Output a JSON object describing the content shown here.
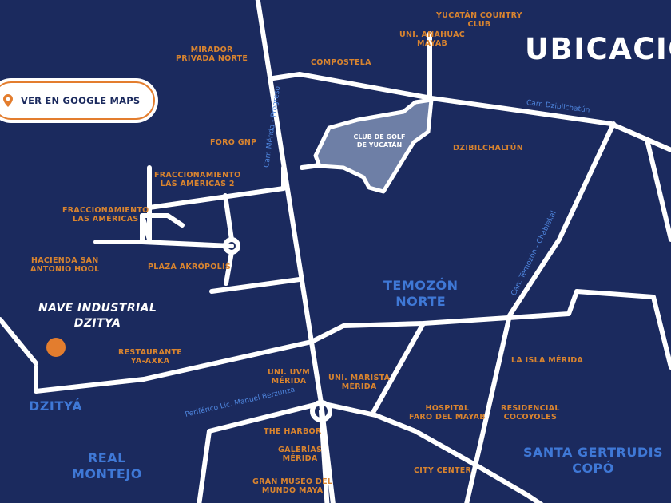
{
  "title": "UBICACIÓN",
  "maps_button": {
    "label": "VER EN GOOGLE MAPS",
    "icon": "map-pin-icon"
  },
  "property": {
    "name_line1": "NAVE INDUSTRIAL",
    "name_line2": "DZITYA"
  },
  "zones": {
    "temozon_norte": "TEMOZÓN\nNORTE",
    "dzitya": "DZITYÁ",
    "real_montejo": "REAL\nMONTEJO",
    "santa_gertrudis": "SANTA GERTRUDIS\nCOPÓ"
  },
  "places": {
    "yucatan_country_club": "YUCATÁN COUNTRY\nCLUB",
    "uni_anahuac": "UNI. ANÁHUAC\nMAYAB",
    "mirador": "MIRADOR\nPRIVADA NORTE",
    "compostela": "COMPOSTELA",
    "foro_gnp": "FORO GNP",
    "dzibilchaltun": "DZIBILCHALTÚN",
    "las_americas_2": "FRACCIONAMIENTO\nLAS AMÉRICAS 2",
    "las_americas": "FRACCIONAMIENTO\nLAS AMÉRICAS",
    "hacienda": "HACIENDA SAN\nANTONIO HOOL",
    "plaza_akropolis": "PLAZA AKRÓPOLIS",
    "restaurante": "RESTAURANTE\nYA-AXKA",
    "uni_uvm": "UNI. UVM\nMÉRIDA",
    "uni_marista": "UNI. MARISTA\nMÉRIDA",
    "la_isla": "LA ISLA MÉRIDA",
    "hospital": "HOSPITAL\nFARO DEL MAYAB",
    "residencial": "RESIDENCIAL\nCOCOYOLES",
    "the_harbor": "THE HARBOR",
    "galerias": "GALERÍAS\nMÉRIDA",
    "gran_museo": "GRAN MUSEO DEL\nMUNDO MAYA",
    "city_center": "CITY CENTER",
    "golf_club": "CLUB DE GOLF\nDE YUCATÁN"
  },
  "roads": {
    "merida_progreso": "Carr. Mérida - Progreso",
    "dzibilchatun": "Carr. Dzibilchatún",
    "temozon": "Carr. Temozón - Chablekal",
    "periferico": "Periférico Lic. Manuel Berzunza"
  },
  "colors": {
    "background": "#1b2a5e",
    "road": "#ffffff",
    "place_label": "#d9842f",
    "zone_label": "#3f78d6",
    "marker": "#e37d2e",
    "golf_area": "#6e7fa6"
  }
}
